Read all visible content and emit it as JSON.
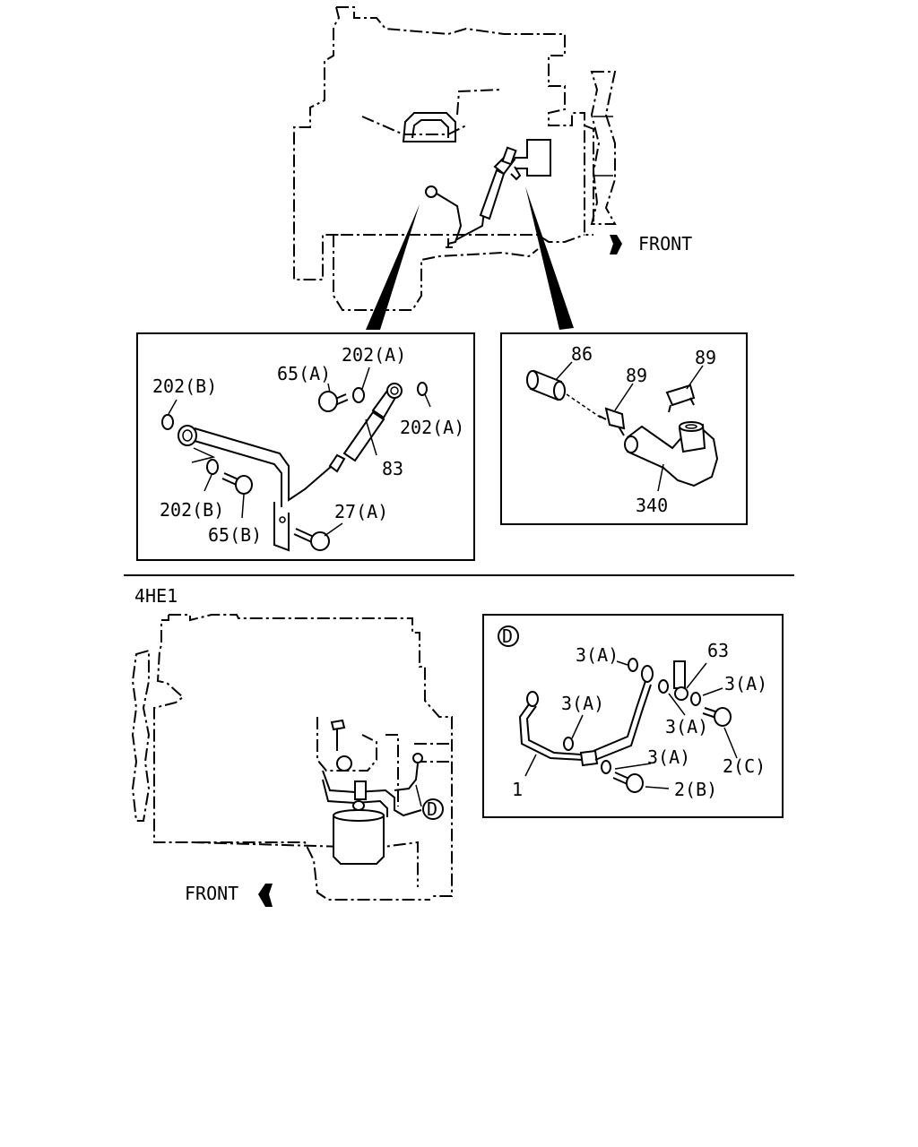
{
  "top": {
    "front_label": "FRONT",
    "left_detail": {
      "labels": [
        "202(B)",
        "65(A)",
        "202(A)",
        "202(A)",
        "83",
        "202(B)",
        "65(B)",
        "27(A)"
      ]
    },
    "right_detail": {
      "labels": [
        "86",
        "89",
        "89",
        "340"
      ]
    }
  },
  "bottom": {
    "engine_label": "4HE1",
    "front_label": "FRONT",
    "view_marker": "D",
    "detail": {
      "marker": "D",
      "labels": [
        "3(A)",
        "63",
        "3(A)",
        "3(A)",
        "3(A)",
        "3(A)",
        "2(C)",
        "1",
        "2(B)"
      ]
    }
  }
}
